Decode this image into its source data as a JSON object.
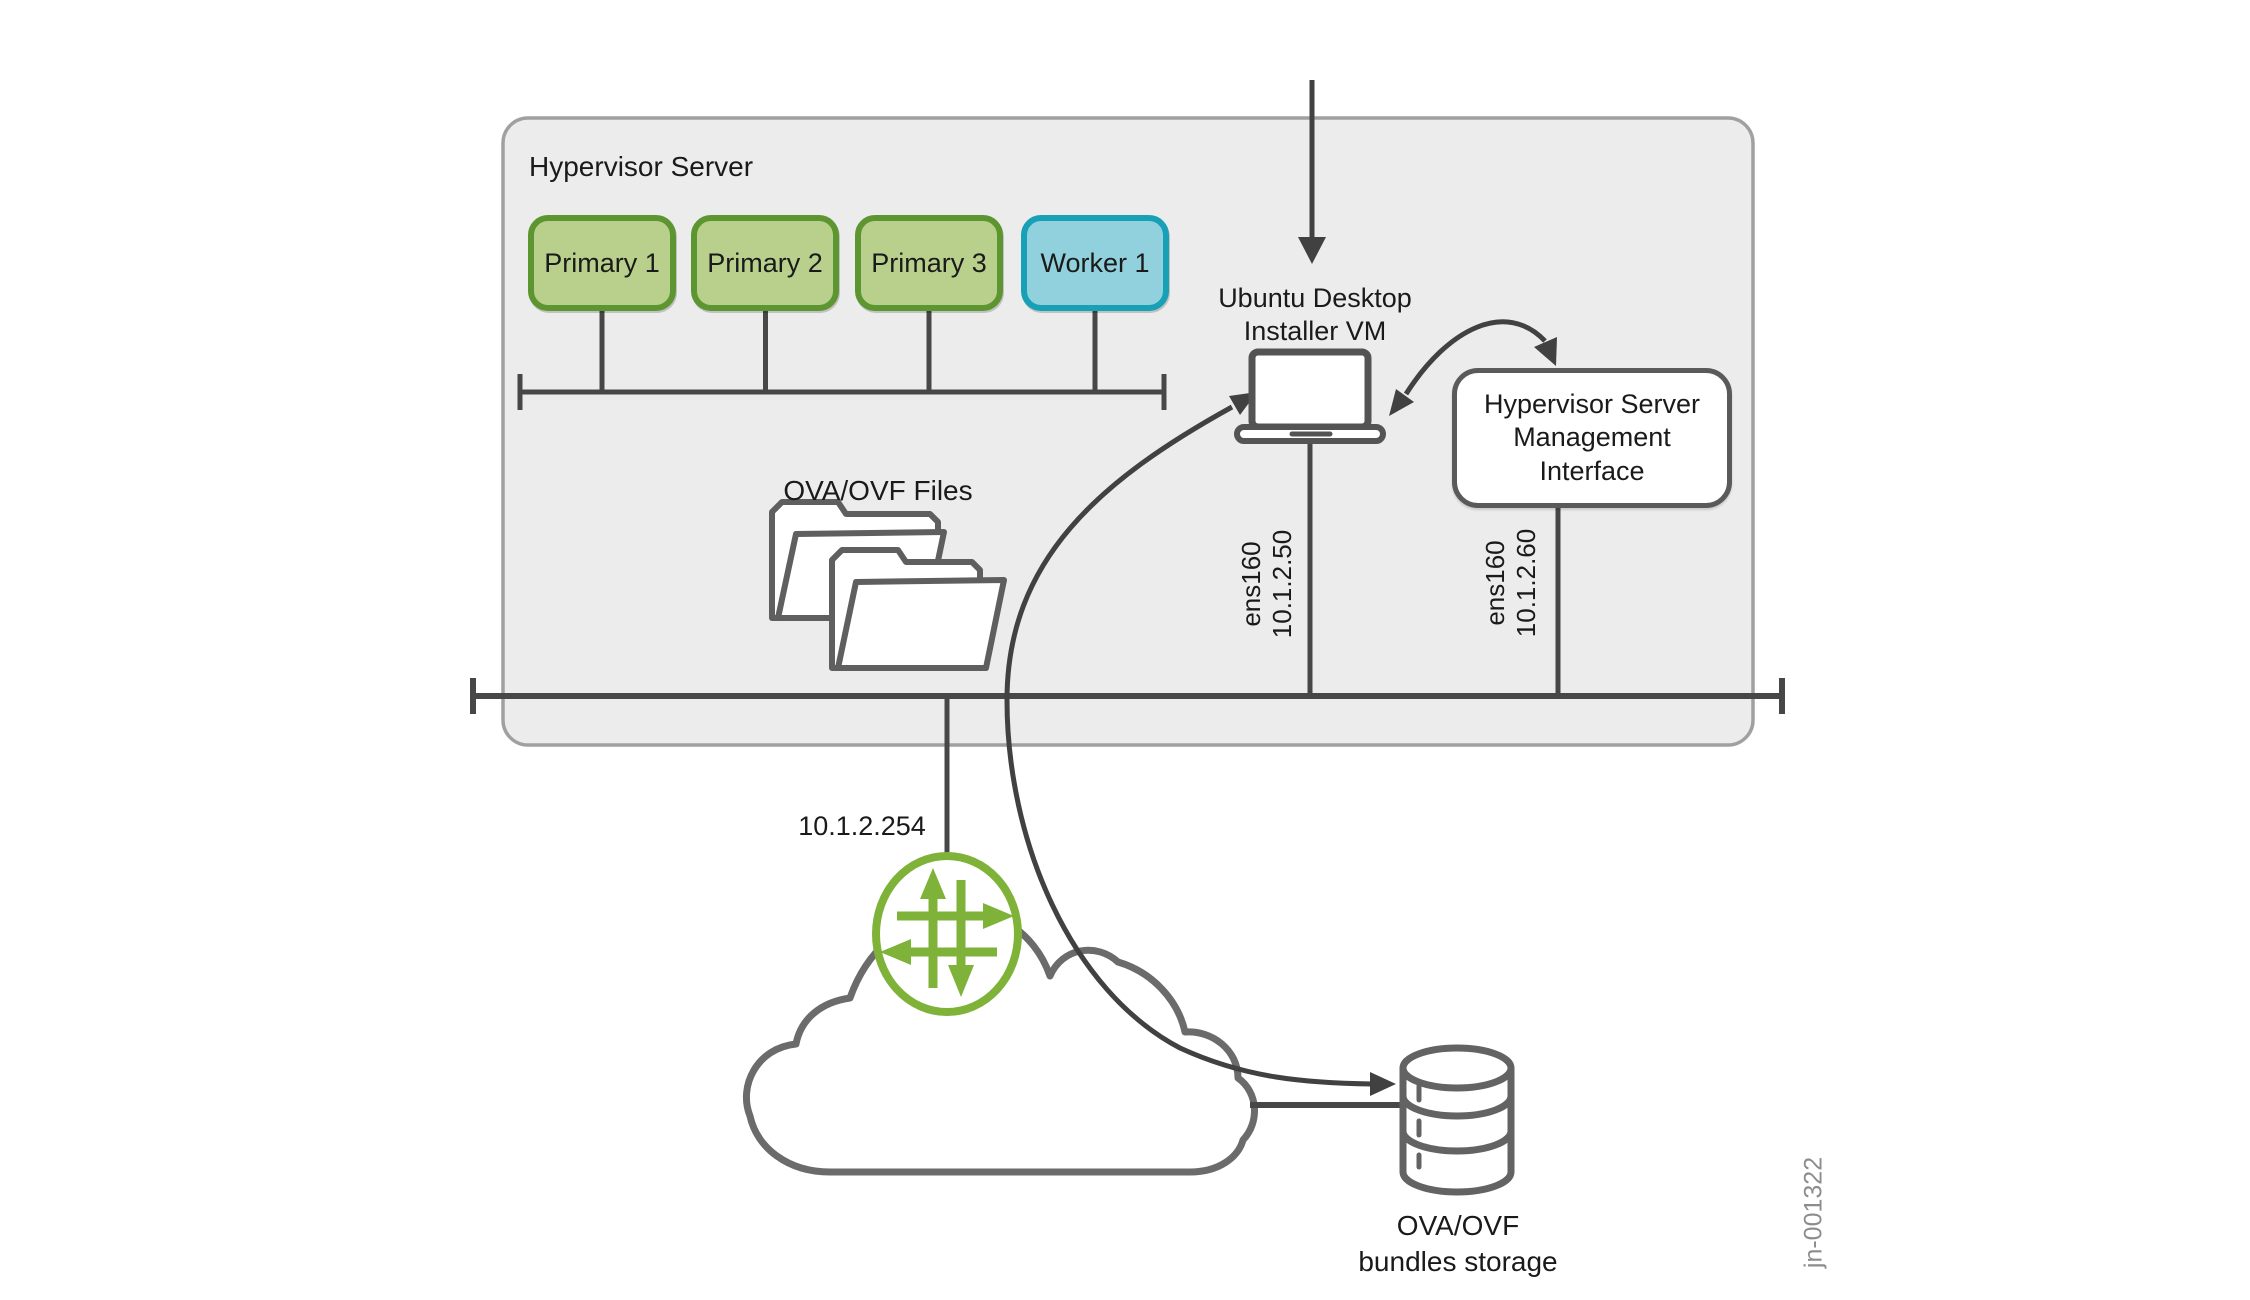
{
  "figure_label": "jn-001322",
  "colors": {
    "panel_fill": "#ececec",
    "panel_border": "#a0a0a0",
    "node_primary_fill": "#b9d08d",
    "node_primary_border": "#5d9630",
    "node_worker_fill": "#90d1dd",
    "node_worker_border": "#18a0b6",
    "line_dark": "#474747",
    "icon_gray": "#636363",
    "cloud_gray": "#6b6b6b",
    "juniper_green": "#7fb239",
    "figure_id_gray": "#8c8c8c",
    "text": "#1a1a1a"
  },
  "hypervisor_panel": {
    "title": "Hypervisor Server",
    "nodes": [
      {
        "label": "Primary 1",
        "type": "primary"
      },
      {
        "label": "Primary 2",
        "type": "primary"
      },
      {
        "label": "Primary 3",
        "type": "primary"
      },
      {
        "label": "Worker 1",
        "type": "worker"
      }
    ],
    "ova_files_label": "OVA/OVF Files",
    "installer_vm": {
      "label_line1": "Ubuntu Desktop",
      "label_line2": "Installer VM",
      "nic_name": "ens160",
      "nic_ip": "10.1.2.50"
    },
    "management_interface": {
      "label_line1": "Hypervisor Server",
      "label_line2": "Management",
      "label_line3": "Interface",
      "nic_name": "ens160",
      "nic_ip": "10.1.2.60"
    }
  },
  "external_network": {
    "router_ip": "10.1.2.254",
    "storage_label_line1": "OVA/OVF",
    "storage_label_line2": "bundles storage"
  }
}
